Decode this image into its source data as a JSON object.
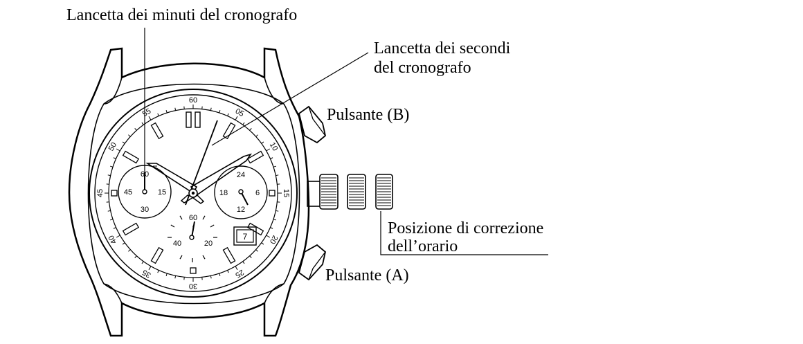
{
  "labels": {
    "minutes_hand": "Lancetta dei minuti del cronografo",
    "seconds_hand_line1": "Lancetta dei secondi",
    "seconds_hand_line2": "del cronografo",
    "button_b": "Pulsante (B)",
    "button_a": "Pulsante (A)",
    "crown_position_line1": "Posizione di correzione",
    "crown_position_line2": "dell’orario"
  },
  "bezel_numerals": [
    "60",
    "05",
    "10",
    "15",
    "20",
    "25",
    "30",
    "35",
    "40",
    "45",
    "50",
    "55"
  ],
  "left_subdial": {
    "top": "60",
    "right": "15",
    "bottom": "30",
    "left": "45"
  },
  "right_subdial": {
    "top": "24",
    "right": "6",
    "bottom": "12",
    "left": "18"
  },
  "bottom_subdial": {
    "top": "60",
    "right": "20",
    "left": "40"
  },
  "date_window": "7"
}
